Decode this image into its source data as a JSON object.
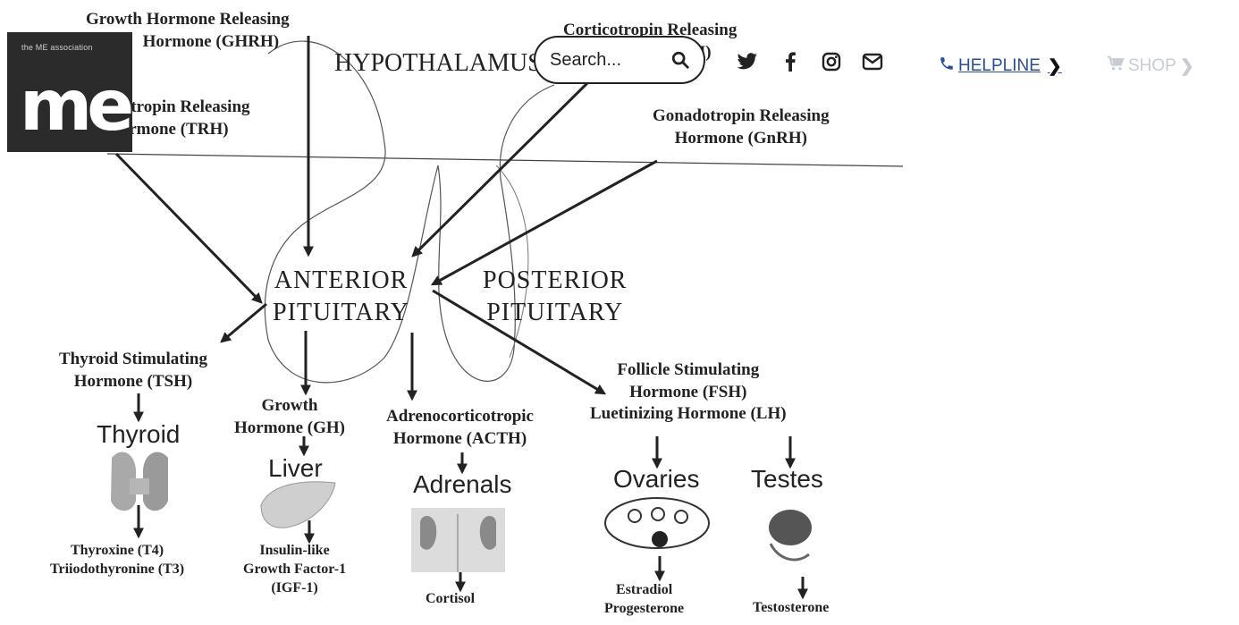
{
  "header": {
    "logo_tag": "the ME association",
    "logo_text": "me",
    "search_placeholder": "Search...",
    "helpline_label": "HELPLINE",
    "helpline_chevron": "❯",
    "shop_label": "SHOP",
    "shop_chevron": "❯",
    "icons": [
      "twitter-icon",
      "facebook-icon",
      "instagram-icon",
      "mail-icon",
      "phone-icon",
      "cart-icon",
      "search-icon"
    ]
  },
  "diagram": {
    "hypothalamus": "HYPOTHALAMUS",
    "ghrh_line1": "Growth Hormone Releasing",
    "ghrh_line2": "Hormone (GHRH)",
    "crh_line1": "Corticotropin Releasing",
    "crh_line2": "Hormone (CRH)",
    "trh_line1": "Thyrotropin Releasing",
    "trh_line2": "Hormone (TRH)",
    "gnrh_line1": "Gonadotropin Releasing",
    "gnrh_line2": "Hormone (GnRH)",
    "anterior_line1": "ANTERIOR",
    "anterior_line2": "PITUITARY",
    "posterior_line1": "POSTERIOR",
    "posterior_line2": "PITUITARY",
    "tsh_line1": "Thyroid Stimulating",
    "tsh_line2": "Hormone (TSH)",
    "gh_line1": "Growth",
    "gh_line2": "Hormone (GH)",
    "acth_line1": "Adrenocorticotropic",
    "acth_line2": "Hormone (ACTH)",
    "fsh_line1": "Follicle Stimulating",
    "fsh_line2": "Hormone (FSH)",
    "lh_line": "Luetinizing Hormone (LH)",
    "thyroid": "Thyroid",
    "liver": "Liver",
    "adrenals": "Adrenals",
    "ovaries": "Ovaries",
    "testes": "Testes",
    "t4": "Thyroxine (T4)",
    "t3": "Triiodothyronine (T3)",
    "igf_line1": "Insulin-like",
    "igf_line2": "Growth Factor-1",
    "igf_line3": "(IGF-1)",
    "cortisol": "Cortisol",
    "estradiol": "Estradiol",
    "progesterone": "Progesterone",
    "testosterone": "Testosterone"
  },
  "colors": {
    "helpline_text": "#2a4e96",
    "shop_text": "#c8ccd2",
    "logo_bg": "#2b2b2b"
  }
}
